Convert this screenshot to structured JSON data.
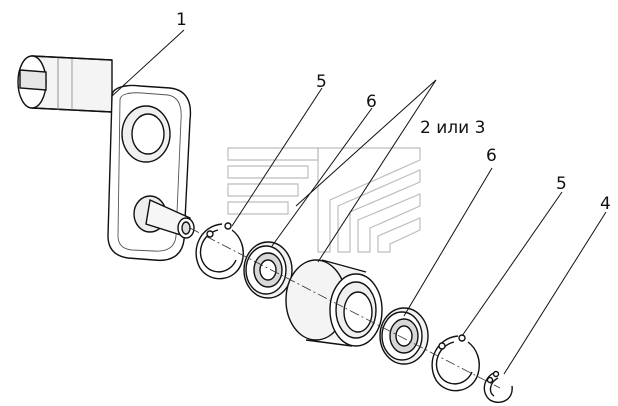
{
  "diagram": {
    "callouts": {
      "c1": "1",
      "c5a": "5",
      "c6a": "6",
      "c23": "2 или 3",
      "c6b": "6",
      "c5b": "5",
      "c4": "4"
    }
  }
}
